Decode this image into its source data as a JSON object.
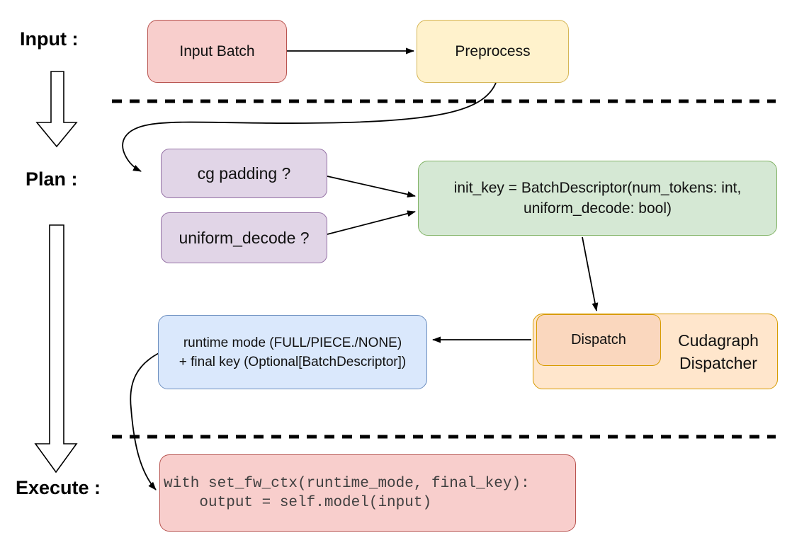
{
  "labels": {
    "input": "Input :",
    "plan": "Plan :",
    "execute": "Execute :"
  },
  "nodes": {
    "input_batch": {
      "label": "Input Batch"
    },
    "preprocess": {
      "label": "Preprocess"
    },
    "cg_padding": {
      "label": "cg padding ?"
    },
    "uniform_decode": {
      "label": "uniform_decode ?"
    },
    "init_key": {
      "lines": [
        "init_key = BatchDescriptor(num_tokens: int,",
        "uniform_decode: bool)"
      ]
    },
    "dispatch": {
      "label": "Dispatch"
    },
    "cudagraph_dispatcher": {
      "label": "Cudagraph Dispatcher"
    },
    "runtime_mode": {
      "lines": [
        "runtime mode (FULL/PIECE./NONE)",
        "+ final key (Optional[BatchDescriptor])"
      ]
    },
    "execute_code": {
      "lines": [
        "with set_fw_ctx(runtime_mode, final_key):",
        "    output = self.model(input)"
      ]
    }
  },
  "colors": {
    "red_fill": "#F8CECC",
    "red_border": "#B85450",
    "yellow_fill": "#FFF2CC",
    "yellow_border": "#D6B656",
    "purple_fill": "#E1D5E7",
    "purple_border": "#9673A6",
    "green_fill": "#D5E8D4",
    "green_border": "#82B366",
    "orange_fill": "#FFE6CC",
    "orange_border": "#D79B00",
    "dispatch_fill": "#FAD7BE",
    "blue_fill": "#DAE8FC",
    "blue_border": "#6C8EBF",
    "arrow": "#000000"
  }
}
